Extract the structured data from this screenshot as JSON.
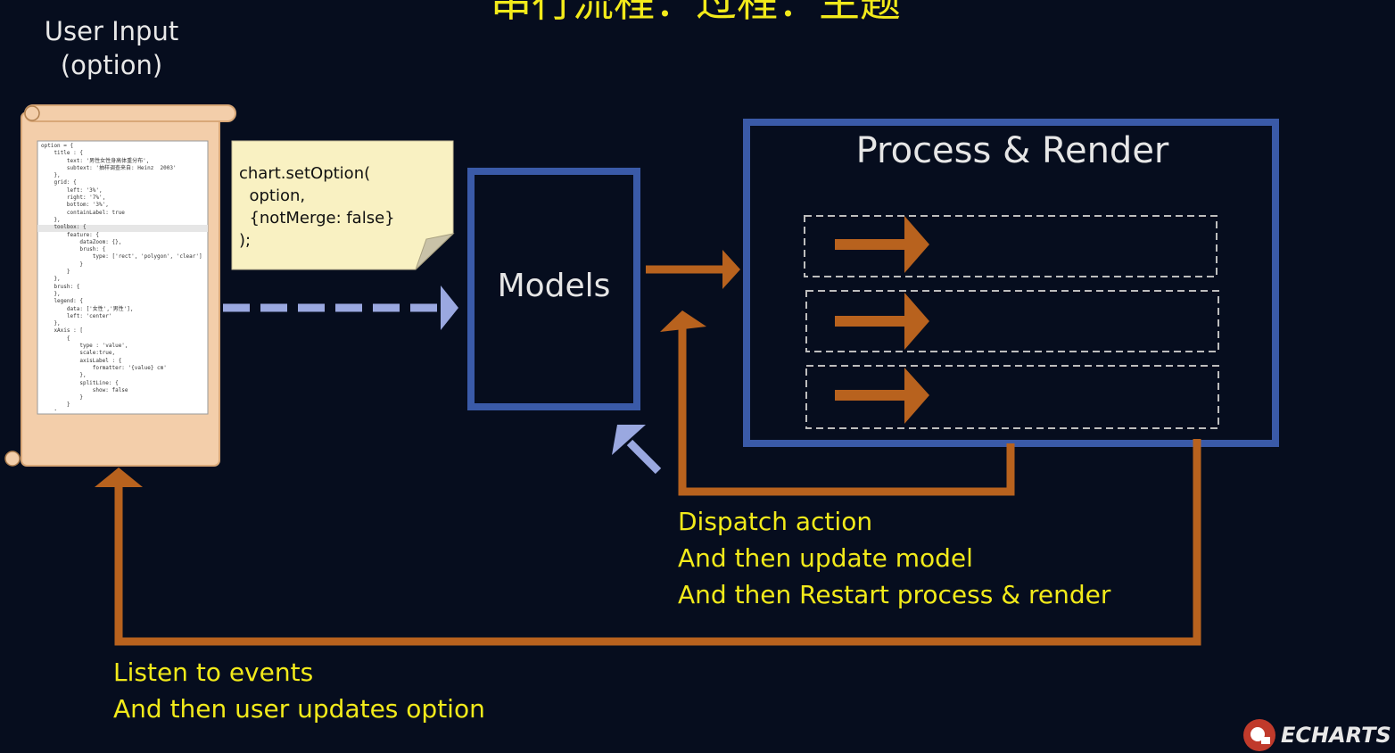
{
  "title_partial": "串行流程：过程：主题",
  "user_input": {
    "line1": "User Input",
    "line2": "(option)"
  },
  "set_option_note": "chart.setOption(\n  option,\n  {notMerge: false}\n);",
  "models_label": "Models",
  "process_render_title": "Process & Render",
  "dispatch_caption": {
    "line1": "Dispatch action",
    "line2": "And then update model",
    "line3": "And then Restart process & render"
  },
  "listen_caption": {
    "line1": "Listen to events",
    "line2": "And then user updates option"
  },
  "brand": {
    "name": "ECHARTS",
    "icon": "echarts-logo-icon"
  },
  "code_snippet": "option = {\n    title : {\n        text: '男性女性身高体重分布',\n        subtext: '抽样调查来自: Heinz  2003'\n    },\n    grid: {\n        left: '3%',\n        right: '7%',\n        bottom: '3%',\n        containLabel: true\n    },\n    toolbox: {\n        feature: {\n            dataZoom: {},\n            brush: {\n                type: ['rect', 'polygon', 'clear']\n            }\n        }\n    },\n    brush: {\n    },\n    legend: {\n        data: ['女性','男性'],\n        left: 'center'\n    },\n    xAxis : [\n        {\n            type : 'value',\n            scale:true,\n            axisLabel : {\n                formatter: '{value} cm'\n            },\n            splitLine: {\n                show: false\n            }\n        }\n    ],",
  "colors": {
    "background": "#060d1e",
    "box_border": "#3a5aa8",
    "flow_arrow": "#b8621e",
    "input_arrow": "#9aa8e0",
    "caption": "#f2ea1a",
    "scroll": "#f3ceaa",
    "note": "#f9f1c2"
  }
}
